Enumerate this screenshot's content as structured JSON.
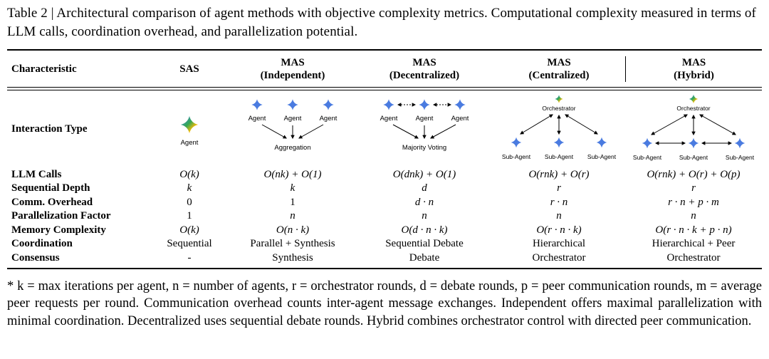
{
  "caption": "Table 2 | Architectural comparison of agent methods with objective complexity metrics. Computational complexity measured in terms of LLM calls, coordination overhead, and parallelization potential.",
  "colors": {
    "agent_blue": "#4a7be0",
    "rule_black": "#000000"
  },
  "columns": [
    {
      "line1": "Characteristic",
      "line2": ""
    },
    {
      "line1": "SAS",
      "line2": ""
    },
    {
      "line1": "MAS",
      "line2": "(Independent)"
    },
    {
      "line1": "MAS",
      "line2": "(Decentralized)"
    },
    {
      "line1": "MAS",
      "line2": "(Centralized)"
    },
    {
      "line1": "MAS",
      "line2": "(Hybrid)"
    }
  ],
  "interaction": {
    "label": "Interaction Type",
    "sas": {
      "agent": "Agent"
    },
    "independent": {
      "agents": [
        "Agent",
        "Agent",
        "Agent"
      ],
      "bottom": "Aggregation"
    },
    "decentralized": {
      "agents": [
        "Agent",
        "Agent",
        "Agent"
      ],
      "bottom": "Majority Voting"
    },
    "centralized": {
      "top": "Orchestrator",
      "agents": [
        "Sub-Agent",
        "Sub-Agent",
        "Sub-Agent"
      ]
    },
    "hybrid": {
      "top": "Orchestrator",
      "agents": [
        "Sub-Agent",
        "Sub-Agent",
        "Sub-Agent"
      ]
    }
  },
  "rows": [
    {
      "label": "LLM Calls",
      "values": [
        "O(k)",
        "O(nk) + O(1)",
        "O(dnk) + O(1)",
        "O(rnk) + O(r)",
        "O(rnk) + O(r) + O(p)"
      ]
    },
    {
      "label": "Sequential Depth",
      "values": [
        "k",
        "k",
        "d",
        "r",
        "r"
      ]
    },
    {
      "label": "Comm. Overhead",
      "values": [
        "0",
        "1",
        "d · n",
        "r · n",
        "r · n + p · m"
      ]
    },
    {
      "label": "Parallelization Factor",
      "values": [
        "1",
        "n",
        "n",
        "n",
        "n"
      ]
    },
    {
      "label": "Memory Complexity",
      "values": [
        "O(k)",
        "O(n · k)",
        "O(d · n · k)",
        "O(r · n · k)",
        "O(r · n · k + p · n)"
      ]
    },
    {
      "label": "Coordination",
      "values": [
        "Sequential",
        "Parallel + Synthesis",
        "Sequential Debate",
        "Hierarchical",
        "Hierarchical + Peer"
      ]
    },
    {
      "label": "Consensus",
      "values": [
        "-",
        "Synthesis",
        "Debate",
        "Orchestrator",
        "Orchestrator"
      ]
    }
  ],
  "footnote": "* k = max iterations per agent, n = number of agents, r = orchestrator rounds, d = debate rounds, p = peer communication rounds, m = average peer requests per round. Communication overhead counts inter-agent message exchanges. Independent offers maximal parallelization with minimal coordination. Decentralized uses sequential debate rounds. Hybrid combines orchestrator control with directed peer communication."
}
